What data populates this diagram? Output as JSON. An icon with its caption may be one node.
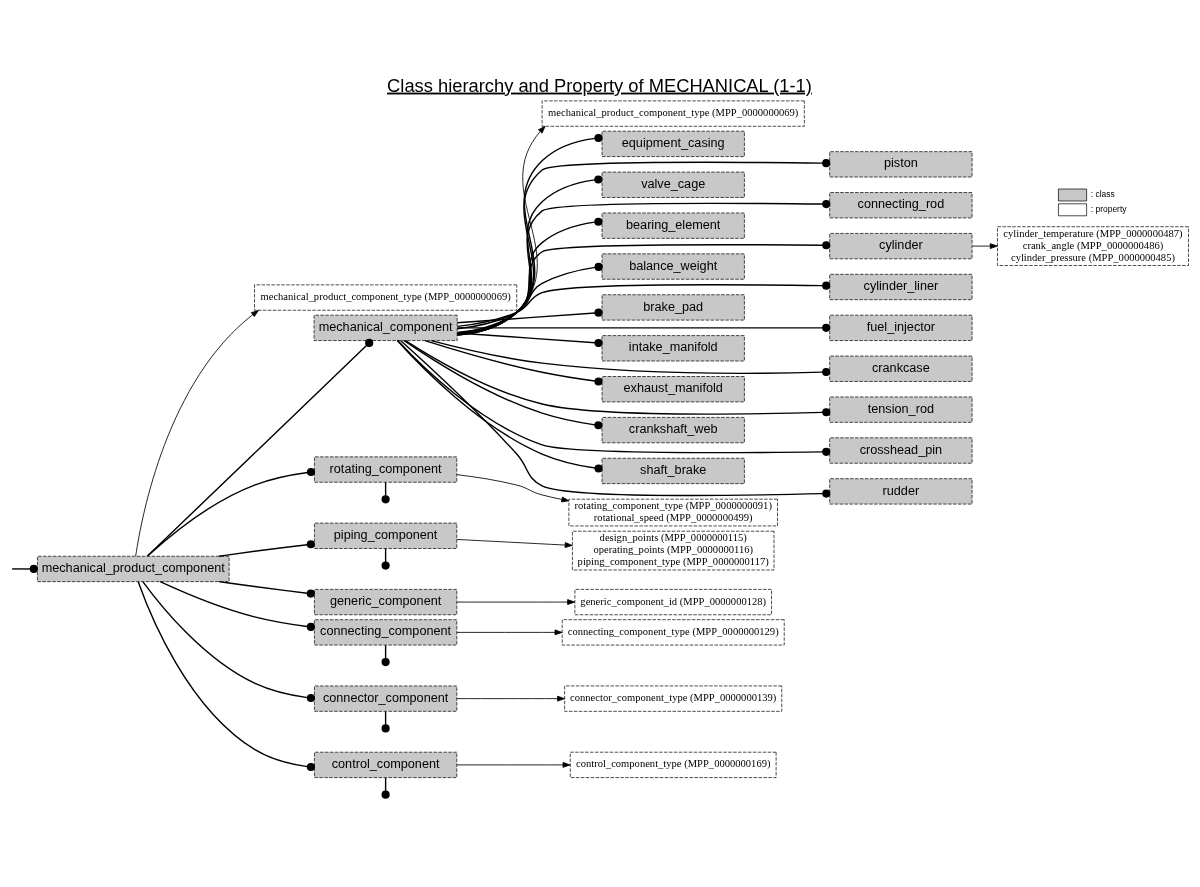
{
  "diagram": {
    "title": "Class hierarchy and Property of MECHANICAL (1-1)",
    "nodes": [
      {
        "text": [
          "mechanical_product_component"
        ]
      },
      {
        "text": [
          "mechanical_product_component_type (MPP_0000000069)"
        ]
      },
      {
        "text": [
          "mechanical_component"
        ]
      },
      {
        "text": [
          "mechanical_product_component_type (MPP_0000000069)"
        ]
      },
      {
        "text": [
          "rotating_component"
        ]
      },
      {
        "text": [
          "rotating_component_type (MPP_0000000091)",
          "rotational_speed (MPP_0000000499)"
        ]
      },
      {
        "text": [
          "piping_component"
        ]
      },
      {
        "text": [
          "design_points (MPP_0000000115)",
          "operating_points (MPP_0000000116)",
          "piping_component_type (MPP_0000000117)"
        ]
      },
      {
        "text": [
          "generic_component"
        ]
      },
      {
        "text": [
          "generic_component_id (MPP_0000000128)"
        ]
      },
      {
        "text": [
          "connecting_component"
        ]
      },
      {
        "text": [
          "connecting_component_type (MPP_0000000129)"
        ]
      },
      {
        "text": [
          "connector_component"
        ]
      },
      {
        "text": [
          "connector_component_type (MPP_0000000139)"
        ]
      },
      {
        "text": [
          "control_component"
        ]
      },
      {
        "text": [
          "control_component_type (MPP_0000000169)"
        ]
      },
      {
        "text": [
          "cylinder_temperature (MPP_0000000487)",
          "crank_angle (MPP_0000000486)",
          "cylinder_pressure (MPP_0000000485)"
        ]
      },
      {
        "text": [
          "equipment_casing"
        ]
      },
      {
        "text": [
          "piston"
        ]
      },
      {
        "text": [
          "valve_cage"
        ]
      },
      {
        "text": [
          "connecting_rod"
        ]
      },
      {
        "text": [
          "bearing_element"
        ]
      },
      {
        "text": [
          "cylinder"
        ]
      },
      {
        "text": [
          "balance_weight"
        ]
      },
      {
        "text": [
          "cylinder_liner"
        ]
      },
      {
        "text": [
          "brake_pad"
        ]
      },
      {
        "text": [
          "fuel_injector"
        ]
      },
      {
        "text": [
          "intake_manifold"
        ]
      },
      {
        "text": [
          "crankcase"
        ]
      },
      {
        "text": [
          "exhaust_manifold"
        ]
      },
      {
        "text": [
          "tension_rod"
        ]
      },
      {
        "text": [
          "crankshaft_web"
        ]
      },
      {
        "text": [
          "crosshead_pin"
        ]
      },
      {
        "text": [
          "shaft_brake"
        ]
      },
      {
        "text": [
          "rudder"
        ]
      }
    ],
    "edges": [
      {
        "from": null,
        "to": 0,
        "arrow": "other"
      },
      {
        "from": 0,
        "to": 1,
        "arrow": "to"
      },
      {
        "from": 0,
        "to": 2,
        "arrow": "other"
      },
      {
        "from": 2,
        "to": 3,
        "arrow": "to"
      },
      {
        "from": 0,
        "to": 4,
        "arrow": "other"
      },
      {
        "from": 4,
        "to": 5,
        "arrow": "to"
      },
      {
        "from": 4,
        "to": null,
        "arrow": "other"
      },
      {
        "from": 0,
        "to": 6,
        "arrow": "other"
      },
      {
        "from": 6,
        "to": 7,
        "arrow": "to"
      },
      {
        "from": 6,
        "to": null,
        "arrow": "other"
      },
      {
        "from": 0,
        "to": 8,
        "arrow": "other"
      },
      {
        "from": 8,
        "to": 9,
        "arrow": "to"
      },
      {
        "from": 0,
        "to": 10,
        "arrow": "other"
      },
      {
        "from": 10,
        "to": 11,
        "arrow": "to"
      },
      {
        "from": 10,
        "to": null,
        "arrow": "other"
      },
      {
        "from": 0,
        "to": 12,
        "arrow": "other"
      },
      {
        "from": 12,
        "to": 13,
        "arrow": "to"
      },
      {
        "from": 12,
        "to": null,
        "arrow": "other"
      },
      {
        "from": 0,
        "to": 14,
        "arrow": "other"
      },
      {
        "from": 14,
        "to": 15,
        "arrow": "to"
      },
      {
        "from": 14,
        "to": null,
        "arrow": "other"
      },
      {
        "from": 2,
        "to": 17,
        "arrow": "other"
      },
      {
        "from": 2,
        "to": 18,
        "arrow": "other"
      },
      {
        "from": 2,
        "to": 19,
        "arrow": "other"
      },
      {
        "from": 2,
        "to": 20,
        "arrow": "other"
      },
      {
        "from": 2,
        "to": 21,
        "arrow": "other"
      },
      {
        "from": 2,
        "to": 22,
        "arrow": "other"
      },
      {
        "from": 2,
        "to": 23,
        "arrow": "other"
      },
      {
        "from": 2,
        "to": 24,
        "arrow": "other"
      },
      {
        "from": 2,
        "to": 25,
        "arrow": "other"
      },
      {
        "from": 2,
        "to": 26,
        "arrow": "other"
      },
      {
        "from": 2,
        "to": 27,
        "arrow": "other"
      },
      {
        "from": 2,
        "to": 28,
        "arrow": "other"
      },
      {
        "from": 2,
        "to": 29,
        "arrow": "other"
      },
      {
        "from": 2,
        "to": 30,
        "arrow": "other"
      },
      {
        "from": 2,
        "to": 31,
        "arrow": "other"
      },
      {
        "from": 2,
        "to": 32,
        "arrow": "other"
      },
      {
        "from": 2,
        "to": 33,
        "arrow": "other"
      },
      {
        "from": 2,
        "to": 34,
        "arrow": "other"
      },
      {
        "from": 22,
        "to": 16,
        "arrow": "to"
      }
    ],
    "legend": [
      {
        "text": ": class",
        "color": "#c8c8c8"
      },
      {
        "text": ": property",
        "color": "#ffffff"
      }
    ]
  }
}
